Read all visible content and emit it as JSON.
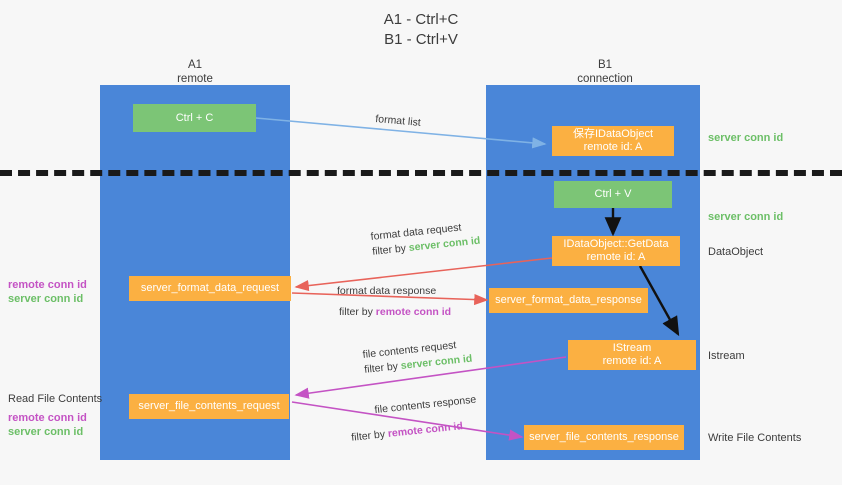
{
  "title": {
    "line1": "A1 - Ctrl+C",
    "line2": "B1 - Ctrl+V"
  },
  "lanes": [
    {
      "id": "a1",
      "name": "A1",
      "sub": "remote"
    },
    {
      "id": "b1",
      "name": "B1",
      "sub": "connection"
    }
  ],
  "colors": {
    "lane": "#4a86d8",
    "green_box": "#7cc576",
    "orange_box": "#fbb042",
    "green_text": "#6cbf67",
    "magenta_text": "#c453c4",
    "arrow_blue": "#7fb2e5",
    "arrow_red": "#e8635a",
    "arrow_magenta": "#c453c4",
    "arrow_black": "#111111",
    "background": "#f7f7f7"
  },
  "boxes": {
    "ctrl_c": {
      "label": "Ctrl + C"
    },
    "save_idataobject": {
      "line1": "保存IDataObject",
      "line2": "remote id: A"
    },
    "ctrl_v": {
      "label": "Ctrl + V"
    },
    "getdata": {
      "line1": "IDataObject::GetData",
      "line2": "remote id: A"
    },
    "server_format_data_request": {
      "label": "server_format_data_request"
    },
    "server_format_data_response": {
      "label": "server_format_data_response"
    },
    "istream": {
      "line1": "IStream",
      "line2": "remote id: A"
    },
    "server_file_contents_request": {
      "label": "server_file_contents_request"
    },
    "server_file_contents_response": {
      "label": "server_file_contents_response"
    }
  },
  "right_labels": {
    "server_conn_id_1": "server conn id",
    "server_conn_id_2": "server conn id",
    "dataobject": "DataObject",
    "istream": "Istream",
    "write_file_contents": "Write File Contents"
  },
  "left_labels": {
    "remote_conn_id_1": "remote conn id",
    "server_conn_id_1": "server conn id",
    "read_file_contents": "Read File Contents",
    "remote_conn_id_2": "remote conn id",
    "server_conn_id_2": "server conn id"
  },
  "flow_labels": {
    "format_list": "format list",
    "format_data_request": "format data request",
    "format_data_request_filter_prefix": "filter by ",
    "format_data_request_filter_value": "server conn id",
    "format_data_response": "format data response",
    "format_data_response_filter_prefix": "filter by ",
    "format_data_response_filter_value": "remote conn id",
    "file_contents_request": "file contents request",
    "file_contents_request_filter_prefix": "filter by ",
    "file_contents_request_filter_value": "server conn id",
    "file_contents_response": "file contents response",
    "file_contents_response_filter_prefix": "filter by ",
    "file_contents_response_filter_value": "remote conn id"
  }
}
